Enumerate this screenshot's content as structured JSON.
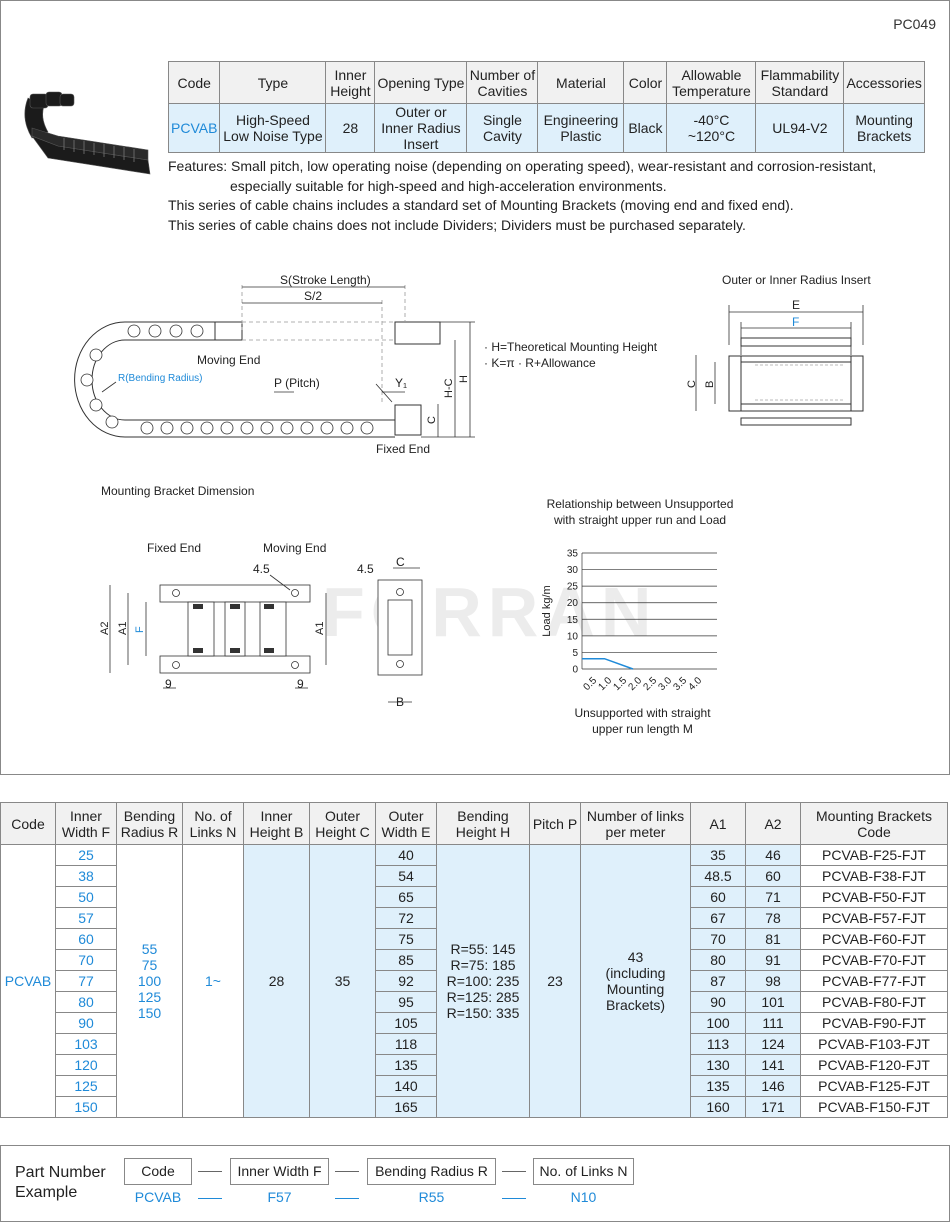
{
  "product_code": "PC049",
  "spec_table": {
    "headers": [
      "Code",
      "Type",
      "Inner Height",
      "Opening Type",
      "Number of Cavities",
      "Material",
      "Color",
      "Allowable Temperature",
      "Flammability Standard",
      "Accessories"
    ],
    "row": [
      "PCVAB",
      "High-Speed Low Noise Type",
      "28",
      "Outer or Inner Radius Insert",
      "Single Cavity",
      "Engineering Plastic",
      "Black",
      "-40°C ~120°C",
      "UL94-V2",
      "Mounting Brackets"
    ]
  },
  "features": {
    "line1": "Features: Small pitch, low operating noise (depending on operating speed), wear-resistant and corrosion-resistant,",
    "line2": "especially suitable for high-speed and high-acceleration environments.",
    "line3": "This series of cable chains includes a standard set of Mounting Brackets (moving end and fixed end).",
    "line4": "This series of cable chains does not include Dividers; Dividers must be purchased separately."
  },
  "diagram": {
    "stroke": "S(Stroke Length)",
    "half_stroke": "S/2",
    "moving_end": "Moving End",
    "fixed_end": "Fixed End",
    "pitch": "P (Pitch)",
    "bend_radius": "R(Bending Radius)",
    "y1": "Y₁",
    "note1": "· H=Theoretical Mounting Height",
    "note2": "· K=π · R+Allowance",
    "h": "H",
    "hc": "H-C",
    "c": "C",
    "insert_title": "Outer or Inner Radius Insert",
    "e": "E",
    "f": "F",
    "b": "B"
  },
  "bracket": {
    "title": "Mounting Bracket Dimension",
    "fixed_end": "Fixed End",
    "moving_end": "Moving End",
    "hole": "4.5",
    "a1": "A1",
    "a2": "A2",
    "f": "F",
    "nine": "9",
    "c": "C",
    "b": "B"
  },
  "watermark": "FORRAN",
  "chart_data": {
    "type": "line",
    "title": "Relationship between Unsupported with straight upper run and Load",
    "xlabel": "Unsupported with straight upper run length M",
    "ylabel": "Load kg/m",
    "x_ticks": [
      "0.5",
      "1.0",
      "1.5",
      "2.0",
      "2.5",
      "3.0",
      "3.5",
      "4.0"
    ],
    "y_ticks": [
      "0",
      "5",
      "10",
      "15",
      "20",
      "25",
      "30",
      "35"
    ],
    "ylim": [
      0,
      35
    ],
    "xlim": [
      0,
      4.5
    ],
    "series": [
      {
        "x": [
          0,
          0.75,
          1.7
        ],
        "y": [
          3.1,
          3.1,
          0
        ]
      }
    ],
    "line_color": "#1f8ad8",
    "grid": true
  },
  "dims_table": {
    "headers": [
      "Code",
      "Inner Width F",
      "Bending Radius R",
      "No. of Links N",
      "Inner Height B",
      "Outer Height C",
      "Outer Width E",
      "Bending Height H",
      "Pitch P",
      "Number of links per meter",
      "A1",
      "A2",
      "Mounting Brackets Code"
    ],
    "code": "PCVAB",
    "bending_radius": [
      "55",
      "75",
      "100",
      "125",
      "150"
    ],
    "links": "1~",
    "inner_height": "28",
    "outer_height": "35",
    "bending_height": [
      "R=55: 145",
      "R=75: 185",
      "R=100: 235",
      "R=125: 285",
      "R=150: 335"
    ],
    "pitch": "23",
    "links_per_meter": [
      "43",
      "(including",
      "Mounting",
      "Brackets)"
    ],
    "rows": [
      {
        "f": "25",
        "e": "40",
        "a1": "35",
        "a2": "46",
        "code": "PCVAB-F25-FJT"
      },
      {
        "f": "38",
        "e": "54",
        "a1": "48.5",
        "a2": "60",
        "code": "PCVAB-F38-FJT"
      },
      {
        "f": "50",
        "e": "65",
        "a1": "60",
        "a2": "71",
        "code": "PCVAB-F50-FJT"
      },
      {
        "f": "57",
        "e": "72",
        "a1": "67",
        "a2": "78",
        "code": "PCVAB-F57-FJT"
      },
      {
        "f": "60",
        "e": "75",
        "a1": "70",
        "a2": "81",
        "code": "PCVAB-F60-FJT"
      },
      {
        "f": "70",
        "e": "85",
        "a1": "80",
        "a2": "91",
        "code": "PCVAB-F70-FJT"
      },
      {
        "f": "77",
        "e": "92",
        "a1": "87",
        "a2": "98",
        "code": "PCVAB-F77-FJT"
      },
      {
        "f": "80",
        "e": "95",
        "a1": "90",
        "a2": "101",
        "code": "PCVAB-F80-FJT"
      },
      {
        "f": "90",
        "e": "105",
        "a1": "100",
        "a2": "111",
        "code": "PCVAB-F90-FJT"
      },
      {
        "f": "103",
        "e": "118",
        "a1": "113",
        "a2": "124",
        "code": "PCVAB-F103-FJT"
      },
      {
        "f": "120",
        "e": "135",
        "a1": "130",
        "a2": "141",
        "code": "PCVAB-F120-FJT"
      },
      {
        "f": "125",
        "e": "140",
        "a1": "135",
        "a2": "146",
        "code": "PCVAB-F125-FJT"
      },
      {
        "f": "150",
        "e": "165",
        "a1": "160",
        "a2": "171",
        "code": "PCVAB-F150-FJT"
      }
    ]
  },
  "part_number": {
    "title_line1": "Part Number",
    "title_line2": "Example",
    "labels": [
      "Code",
      "Inner Width F",
      "Bending Radius R",
      "No. of Links N"
    ],
    "values": [
      "PCVAB",
      "F57",
      "R55",
      "N10"
    ]
  }
}
